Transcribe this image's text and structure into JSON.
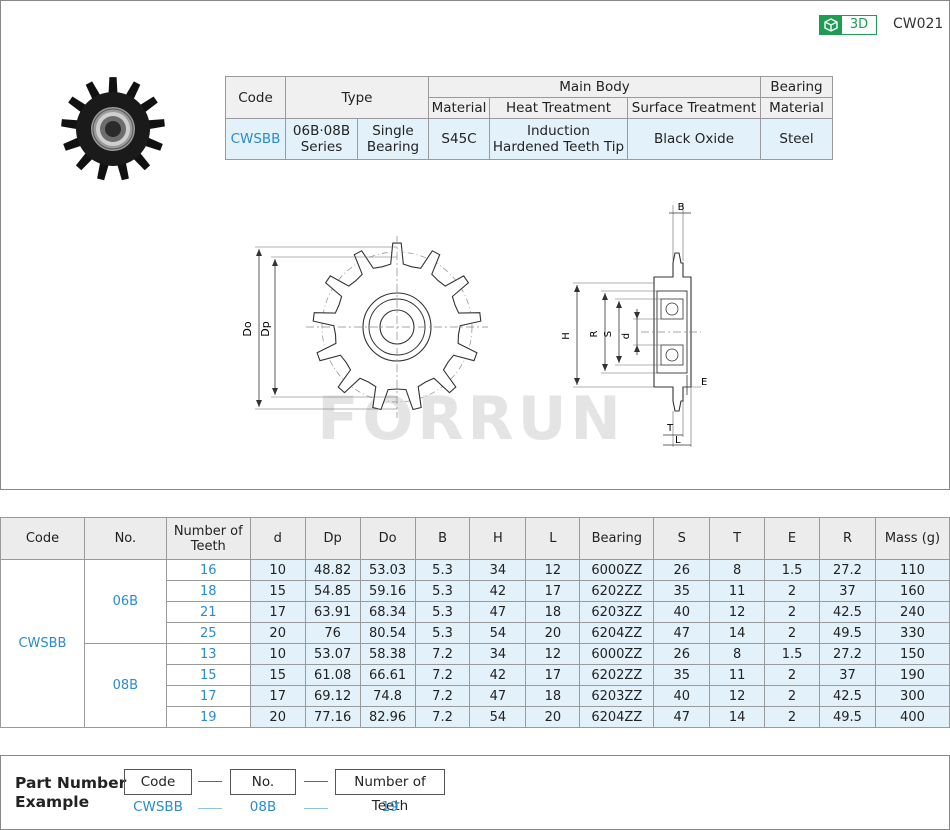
{
  "header": {
    "badge_label": "3D",
    "badge_icon": "cube-icon",
    "product_code": "CW021"
  },
  "spec": {
    "headers": {
      "code": "Code",
      "type": "Type",
      "main_body": "Main Body",
      "bearing": "Bearing",
      "material": "Material",
      "heat": "Heat Treatment",
      "surface": "Surface Treatment",
      "bearing_material": "Material"
    },
    "values": {
      "code": "CWSBB",
      "series": "06B·08B Series",
      "bearing_type": "Single Bearing",
      "material": "S45C",
      "heat": "Induction Hardened Teeth Tip",
      "surface": "Black Oxide",
      "bearing_material": "Steel"
    }
  },
  "drawing": {
    "front": {
      "do": "Do",
      "dp": "Dp"
    },
    "side": {
      "b": "B",
      "h": "H",
      "r": "R",
      "s": "S",
      "d": "d",
      "e": "E",
      "t": "T",
      "l": "L"
    },
    "watermark": "FORRUN"
  },
  "table": {
    "headers": [
      "Code",
      "No.",
      "Number of Teeth",
      "d",
      "Dp",
      "Do",
      "B",
      "H",
      "L",
      "Bearing",
      "S",
      "T",
      "E",
      "R",
      "Mass (g)"
    ],
    "code": "CWSBB",
    "groups": [
      {
        "no": "06B",
        "rows": [
          [
            "16",
            "10",
            "48.82",
            "53.03",
            "5.3",
            "34",
            "12",
            "6000ZZ",
            "26",
            "8",
            "1.5",
            "27.2",
            "110"
          ],
          [
            "18",
            "15",
            "54.85",
            "59.16",
            "5.3",
            "42",
            "17",
            "6202ZZ",
            "35",
            "11",
            "2",
            "37",
            "160"
          ],
          [
            "21",
            "17",
            "63.91",
            "68.34",
            "5.3",
            "47",
            "18",
            "6203ZZ",
            "40",
            "12",
            "2",
            "42.5",
            "240"
          ],
          [
            "25",
            "20",
            "76",
            "80.54",
            "5.3",
            "54",
            "20",
            "6204ZZ",
            "47",
            "14",
            "2",
            "49.5",
            "330"
          ]
        ]
      },
      {
        "no": "08B",
        "rows": [
          [
            "13",
            "10",
            "53.07",
            "58.38",
            "7.2",
            "34",
            "12",
            "6000ZZ",
            "26",
            "8",
            "1.5",
            "27.2",
            "150"
          ],
          [
            "15",
            "15",
            "61.08",
            "66.61",
            "7.2",
            "42",
            "17",
            "6202ZZ",
            "35",
            "11",
            "2",
            "37",
            "190"
          ],
          [
            "17",
            "17",
            "69.12",
            "74.8",
            "7.2",
            "47",
            "18",
            "6203ZZ",
            "40",
            "12",
            "2",
            "42.5",
            "300"
          ],
          [
            "19",
            "20",
            "77.16",
            "82.96",
            "7.2",
            "54",
            "20",
            "6204ZZ",
            "47",
            "14",
            "2",
            "49.5",
            "400"
          ]
        ]
      }
    ]
  },
  "part_number": {
    "title_line1": "Part Number",
    "title_line2": "Example",
    "boxes": [
      "Code",
      "No.",
      "Number of Teeth"
    ],
    "values": [
      "CWSBB",
      "08B",
      "19"
    ]
  }
}
